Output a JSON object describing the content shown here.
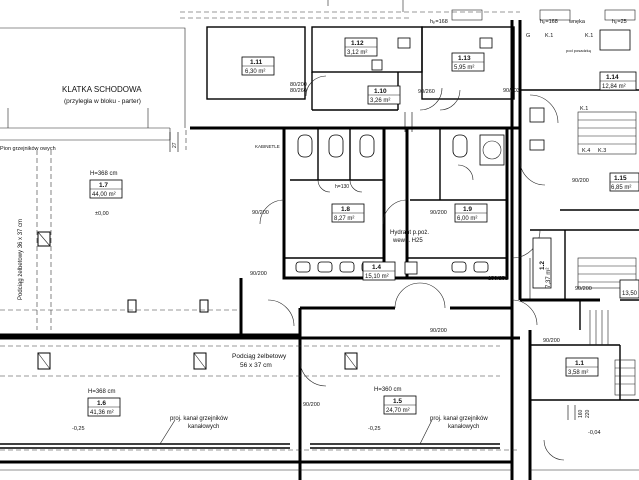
{
  "stair": {
    "title": "KLATKA SCHODOWA",
    "subtitle": "(przyległa w bloku - parter)"
  },
  "rooms": [
    {
      "id": "r111",
      "number": "1.11",
      "area": "6,30 m²"
    },
    {
      "id": "r112",
      "number": "1.12",
      "area": "3,12 m²"
    },
    {
      "id": "r113",
      "number": "1.13",
      "area": "5,95 m²"
    },
    {
      "id": "r110",
      "number": "1.10",
      "area": "3,26 m²"
    },
    {
      "id": "r114",
      "number": "1.14",
      "area": "12,84 m²"
    },
    {
      "id": "r17",
      "number": "1.7",
      "area": "44,00 m²",
      "height": "H=368 cm"
    },
    {
      "id": "r18",
      "number": "1.8",
      "area": "8,27 m²"
    },
    {
      "id": "r19",
      "number": "1.9",
      "area": "6,00 m²"
    },
    {
      "id": "r115",
      "number": "1.15",
      "area": "6,85 m²"
    },
    {
      "id": "r14",
      "number": "1.4",
      "area": "15,10 m²"
    },
    {
      "id": "r12",
      "number": "1.2",
      "area": "7,37 m²"
    },
    {
      "id": "r13",
      "number": "13,50",
      "area": ""
    },
    {
      "id": "r11",
      "number": "1.1",
      "area": "3,58 m²"
    },
    {
      "id": "r16",
      "number": "1.6",
      "area": "41,36 m²",
      "height": "H=368 cm"
    },
    {
      "id": "r15",
      "number": "1.5",
      "area": "24,70 m²",
      "height": "H=360 cm"
    }
  ],
  "doors": [
    "80/260",
    "80/200",
    "90/260",
    "90/203",
    "90/200",
    "90/200",
    "90/200",
    "90/200",
    "90/200",
    "90/200",
    "90/200",
    "90/200",
    "150/251"
  ],
  "labels": {
    "heating_left": "Pion grzejników\nowych",
    "podciag_vertical": "Podciąg żelbetowy 36 x 37 cm",
    "podciag_horizontal_1": "Podciąg żelbetowy",
    "podciag_horizontal_2": "56 x 37 cm",
    "hydrant_1": "Hydrant p.poż.",
    "hydrant_2": "wewn. H25",
    "kanal_1a": "proj. kanał grzejników",
    "kanal_1b": "kanałowych",
    "kanal_2a": "proj. kanał grzejników",
    "kanal_2b": "kanałowych",
    "kabina": "KABINETLE",
    "wc_h": "h=130",
    "h168a": "hₚ=168",
    "h168b": "hₚ=168",
    "wneka": "wnęka",
    "h25": "hₚ=25",
    "k1a": "K.1",
    "k1b": "K.1",
    "k1c": "K.1",
    "k4": "K.4",
    "k3": "K.3",
    "g": "G",
    "podloga": "pod posadzką",
    "level_000": "±0,00",
    "level_025a": "-0,25",
    "level_025b": "-0,25",
    "level_004": "-0,04",
    "v2727": "27",
    "d160": "160",
    "d220": "220"
  }
}
